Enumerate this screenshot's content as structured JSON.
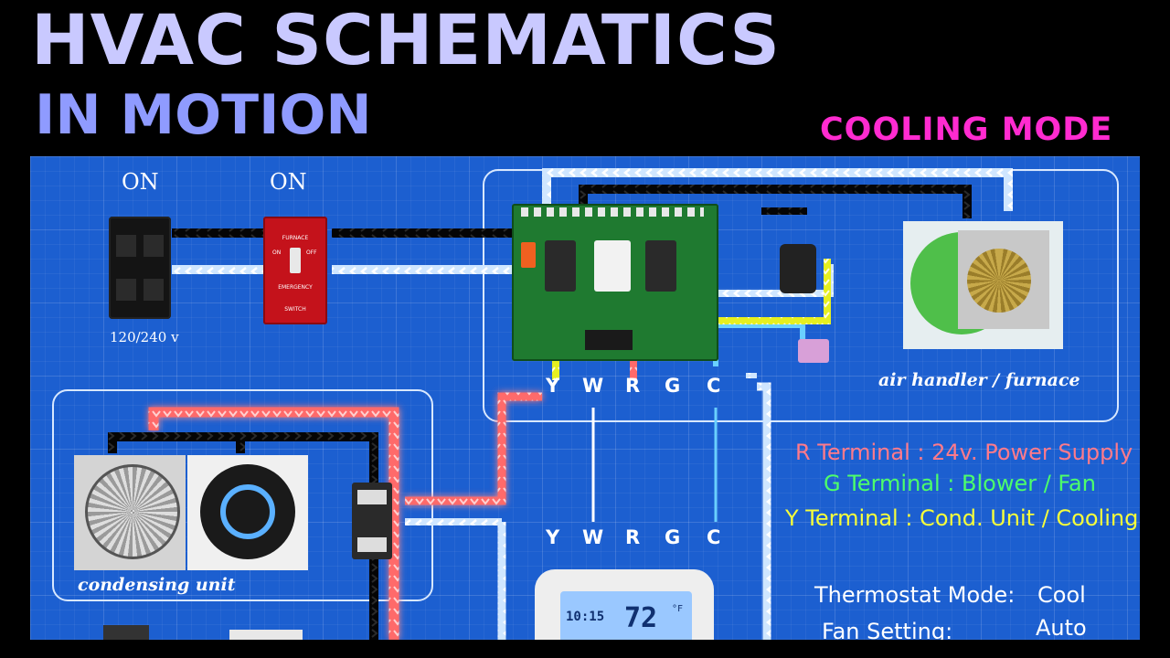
{
  "title": {
    "line1": "HVAC SCHEMATICS",
    "line2": "IN MOTION"
  },
  "mode_label": "COOLING MODE",
  "breaker": {
    "state": "ON",
    "voltage": "120/240 v"
  },
  "switch": {
    "state": "ON",
    "plate_text": [
      "FURNACE",
      "ON",
      "OFF",
      "EMERGENCY",
      "SWITCH"
    ]
  },
  "labels": {
    "air_handler": "air handler / furnace",
    "condensing_unit": "condensing unit"
  },
  "terminals_top": [
    "Y",
    "W",
    "R",
    "G",
    "C"
  ],
  "terminals_bottom": [
    "Y",
    "W",
    "R",
    "G",
    "C"
  ],
  "legend": [
    {
      "text": "R Terminal : 24v. Power Supply",
      "color": "#ff7a8a"
    },
    {
      "text": "G Terminal : Blower / Fan",
      "color": "#4dff6a"
    },
    {
      "text": "Y Terminal : Cond. Unit / Cooling",
      "color": "#f6ff3a"
    }
  ],
  "status": [
    {
      "label": "Thermostat Mode:",
      "value": "Cool"
    },
    {
      "label": "Fan Setting:",
      "value": "Auto"
    }
  ],
  "thermostat": {
    "time": "10:15",
    "temp": "72",
    "unit": "°F"
  },
  "colors": {
    "board": "#1c5fd0",
    "wire_black": "#0a0a0a",
    "wire_white": "#e8f2ff",
    "wire_red": "#ff5a5a",
    "wire_yellow": "#f2f53a",
    "wire_green": "#38e83a",
    "wire_blue": "#6ad0ff"
  }
}
